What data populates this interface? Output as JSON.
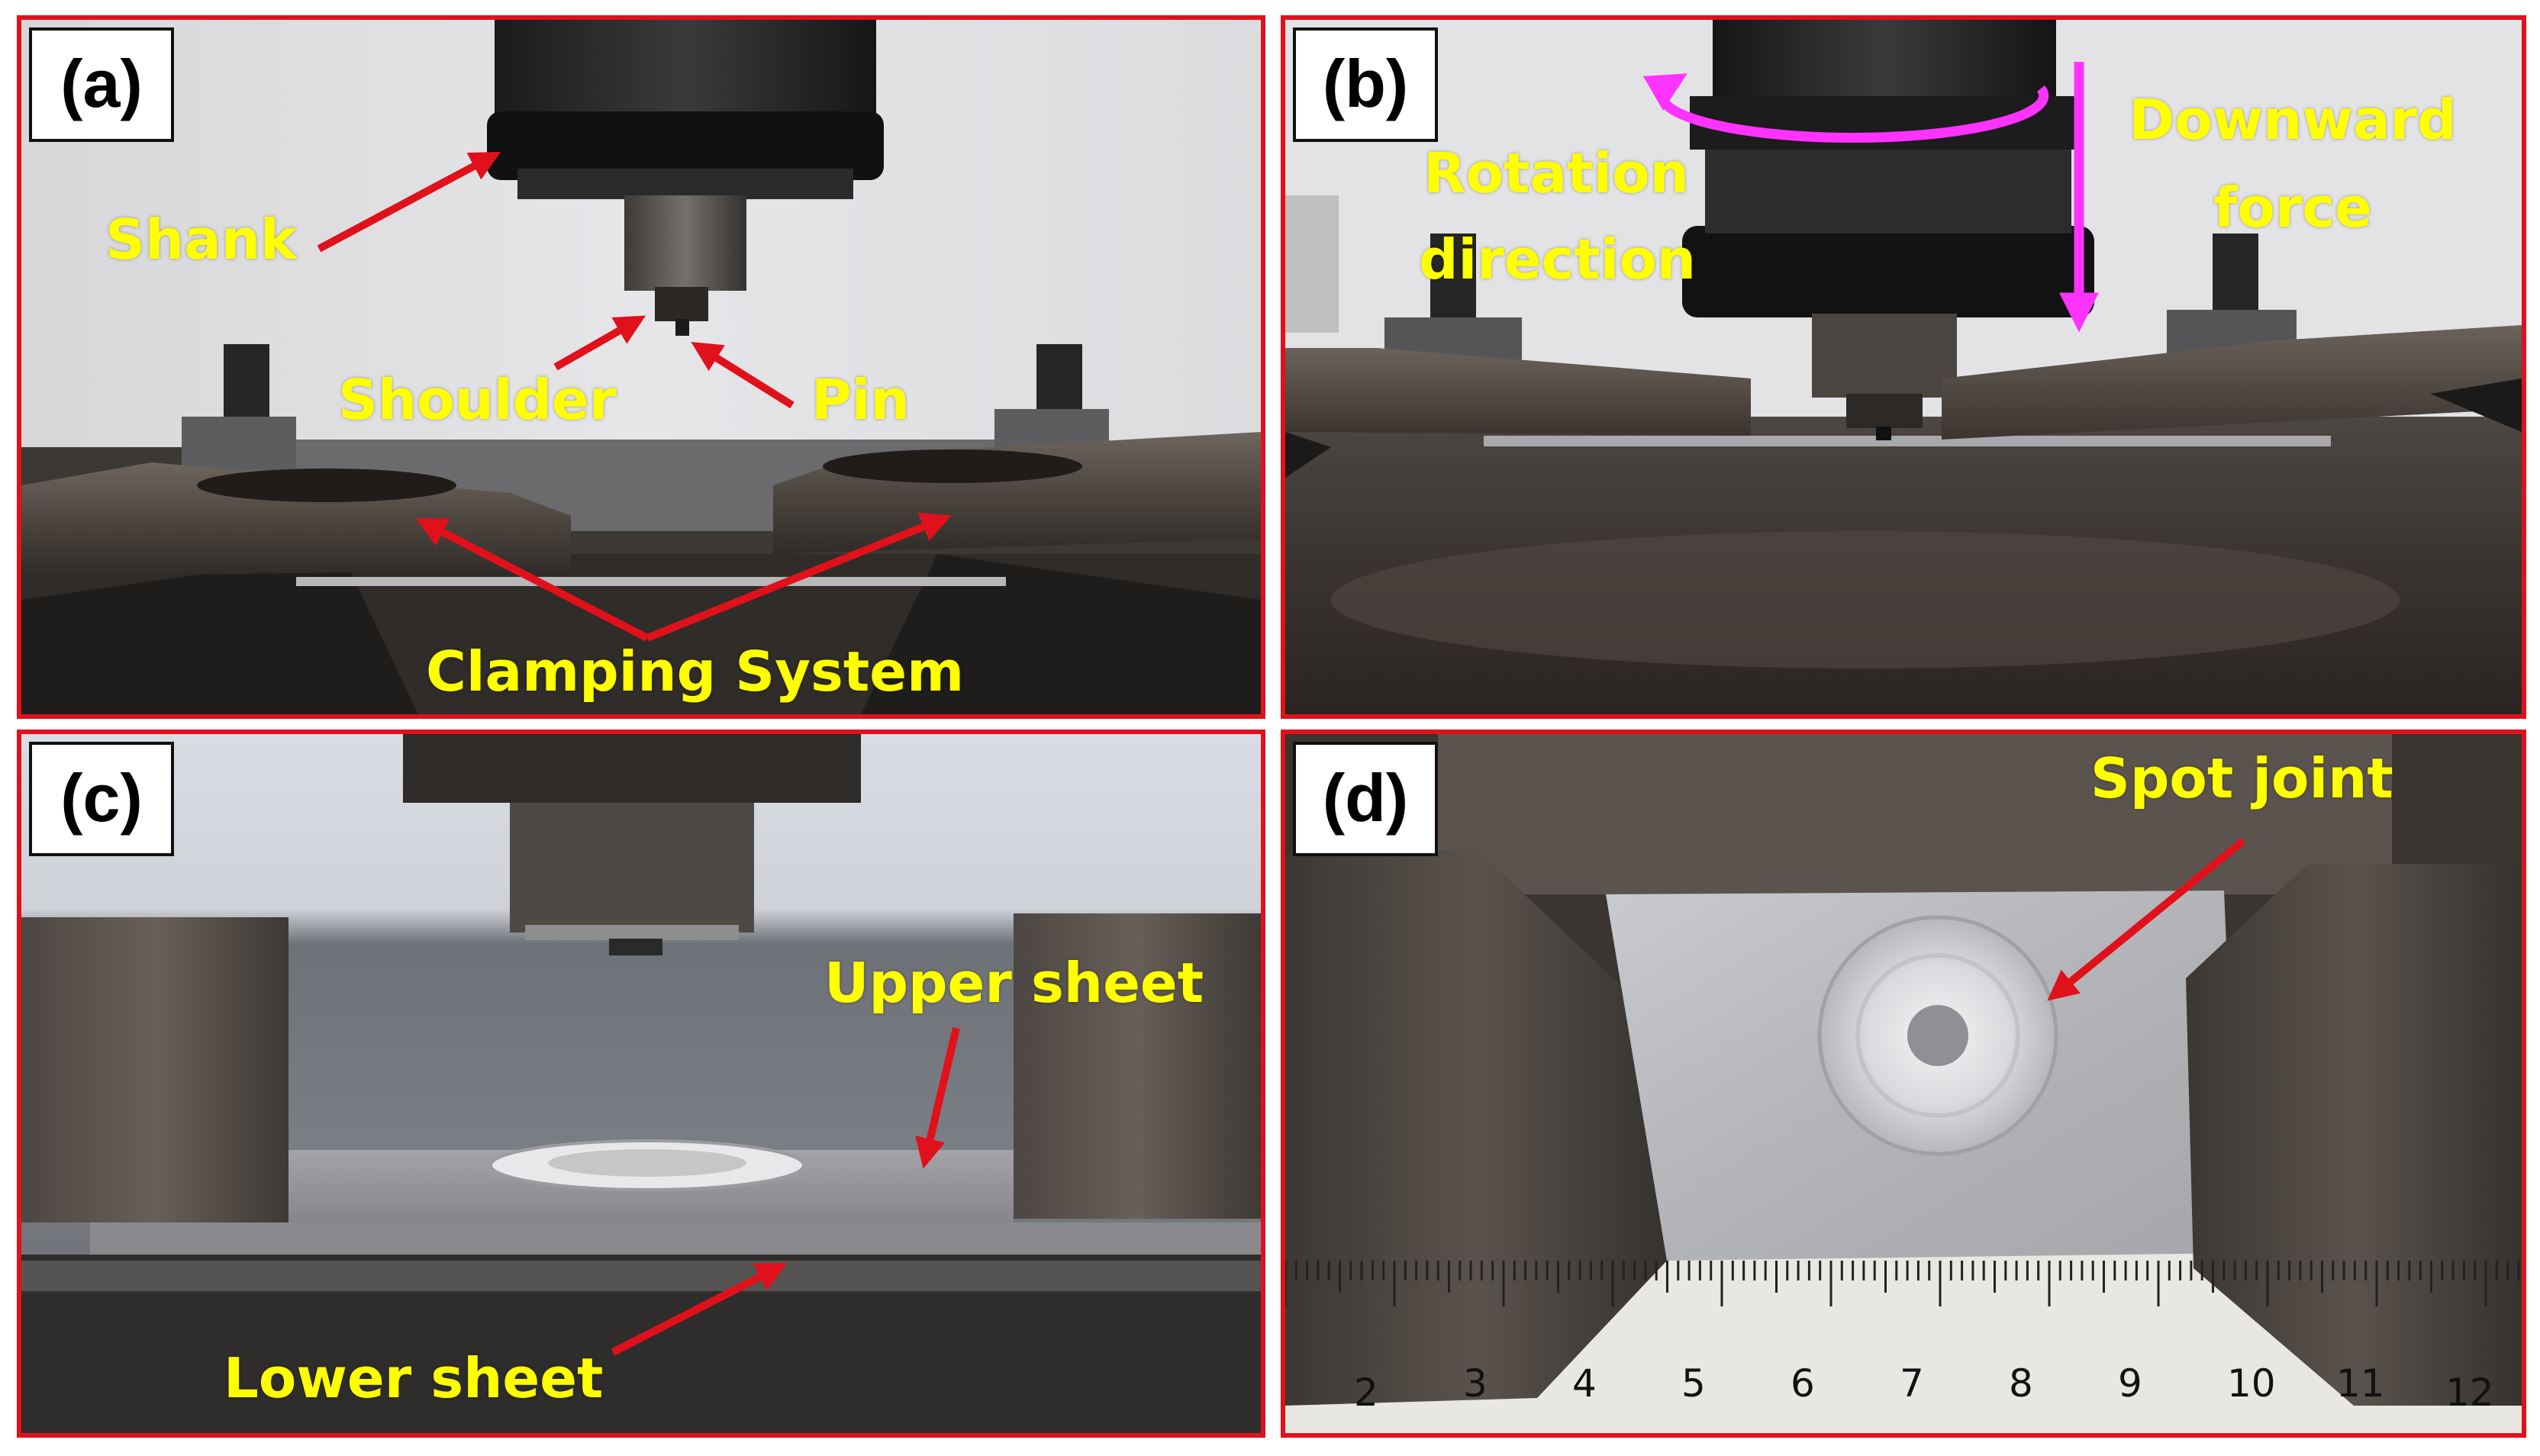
{
  "figure": {
    "panels": [
      {
        "id": "a",
        "tag": "(a)",
        "labels": {
          "shank": "Shank",
          "shoulder": "Shoulder",
          "pin": "Pin",
          "clamping": "Clamping System"
        }
      },
      {
        "id": "b",
        "tag": "(b)",
        "labels": {
          "rotation": "Rotation",
          "direction": "direction",
          "downward": "Downward",
          "force": "force"
        }
      },
      {
        "id": "c",
        "tag": "(c)",
        "labels": {
          "upper": "Upper sheet",
          "lower": "Lower sheet"
        }
      },
      {
        "id": "d",
        "tag": "(d)",
        "labels": {
          "spot": "Spot joint"
        },
        "ruler_numbers": [
          "2",
          "3",
          "4",
          "5",
          "6",
          "7",
          "8",
          "9",
          "10",
          "11",
          "12"
        ]
      }
    ],
    "colors": {
      "frame": "#e0111b",
      "label_text": "#ffff00",
      "annotation_arrow": "#e0111b",
      "motion_arrow": "#ff33ff"
    }
  }
}
